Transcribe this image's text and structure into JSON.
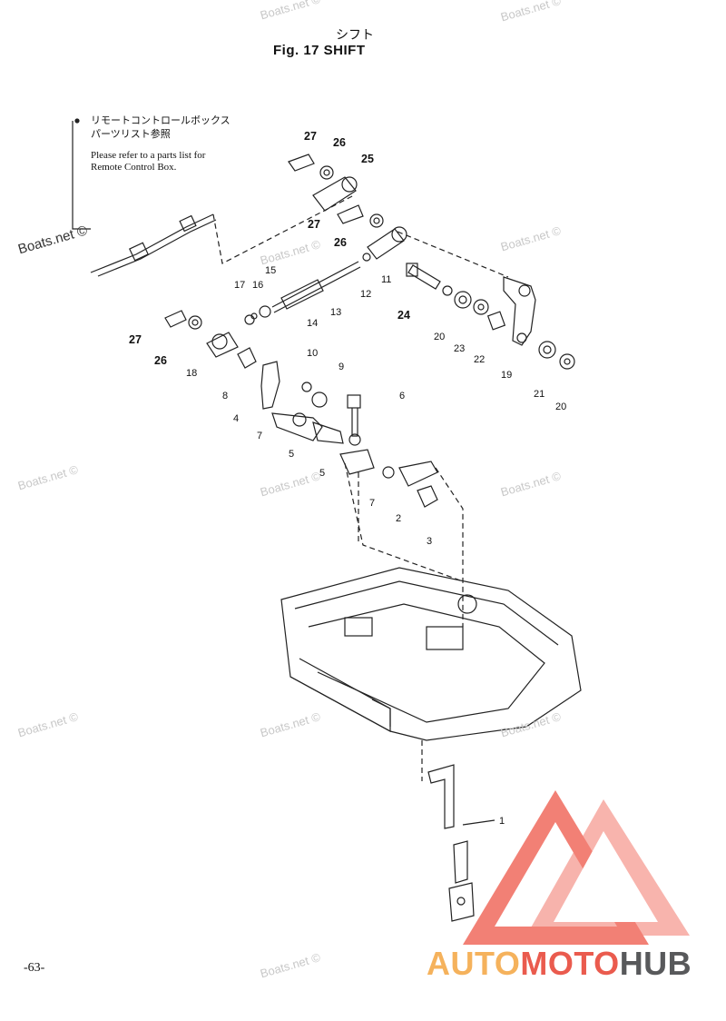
{
  "header": {
    "title_jp": "シフト",
    "title_en": "Fig. 17   SHIFT"
  },
  "note": {
    "jp_line1": "リモートコントロールボックス",
    "jp_line2": "パーツリスト参照",
    "en_line1": "Please refer to a parts list for",
    "en_line2": "Remote Control Box."
  },
  "watermark": "Boats.net ©",
  "page_number": "-63-",
  "brand": {
    "part1": "AUTO",
    "part2": "MOTO",
    "part3": "HUB"
  },
  "callouts": {
    "c27a": "27",
    "c26a": "26",
    "c25": "25",
    "c27b": "27",
    "c26b": "26",
    "c11": "11",
    "c12": "12",
    "c13": "13",
    "c14": "14",
    "c15": "15",
    "c16": "16",
    "c17": "17",
    "c24": "24",
    "c20a": "20",
    "c23": "23",
    "c22": "22",
    "c19": "19",
    "c21": "21",
    "c20b": "20",
    "c27c": "27",
    "c26c": "26",
    "c18": "18",
    "c8": "8",
    "c10": "10",
    "c9": "9",
    "c4": "4",
    "c7a": "7",
    "c5a": "5",
    "c6": "6",
    "c5b": "5",
    "c7b": "7",
    "c2": "2",
    "c3": "3",
    "c1": "1"
  },
  "colors": {
    "brand_orange": "#f5b25c",
    "brand_red": "#ea5b4e",
    "brand_gray": "#58595b"
  }
}
